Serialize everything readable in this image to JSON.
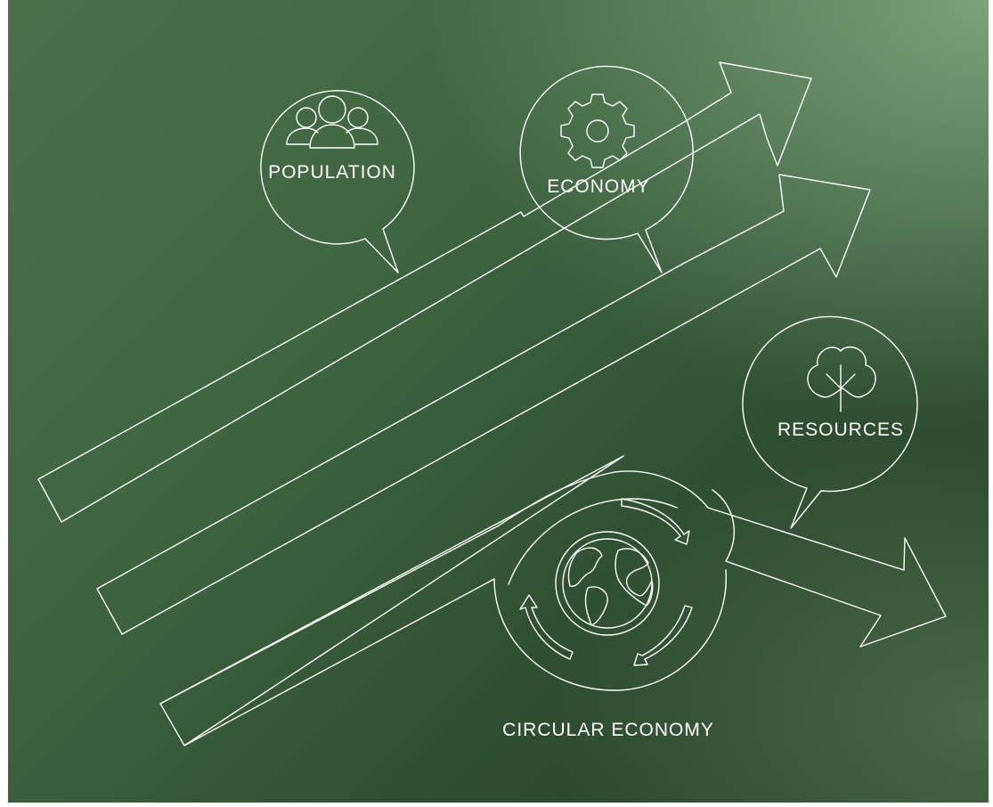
{
  "labels": {
    "population": "POPULATION",
    "economy": "ECONOMY",
    "resources": "RESOURCES",
    "circular_economy": "CIRCULAR ECONOMY"
  },
  "icons": {
    "population": "people-group-icon",
    "economy": "gear-icon",
    "resources": "tree-icon",
    "circular_economy": "globe-with-circular-arrows-icon"
  },
  "colors": {
    "background_dark": "#263f2a",
    "background_light": "#80a67d",
    "line": "#ffffff"
  }
}
